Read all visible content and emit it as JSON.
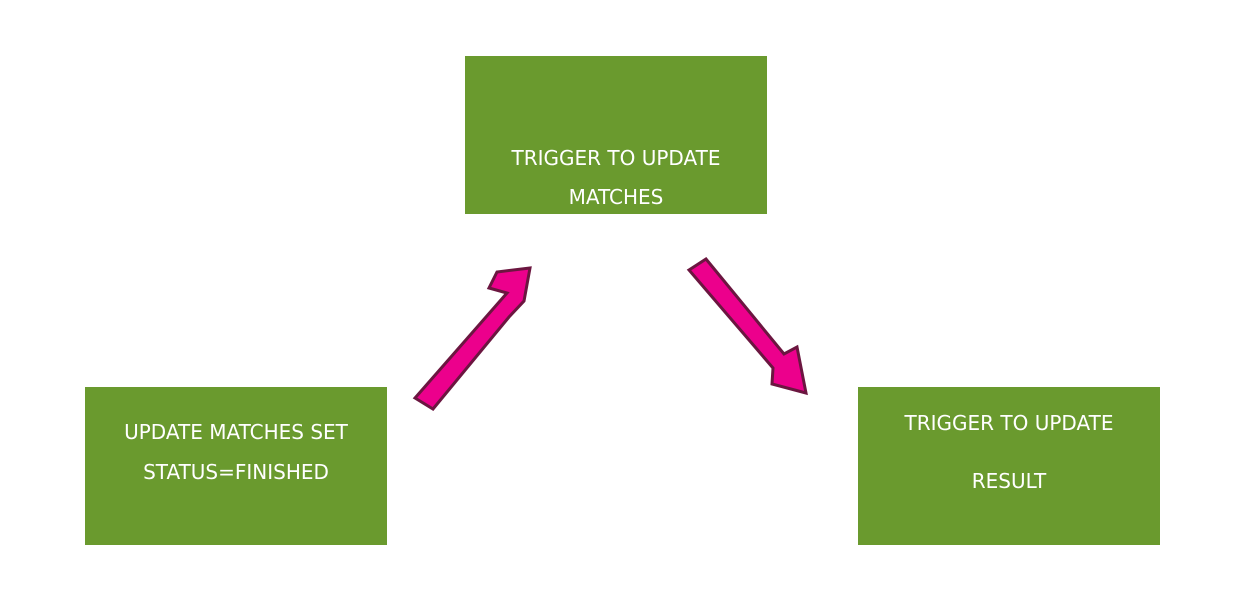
{
  "nodes": {
    "top": {
      "lines": [
        "TRIGGER TO UPDATE",
        "MATCHES"
      ]
    },
    "left": {
      "lines": [
        "UPDATE MATCHES SET",
        "STATUS=FINISHED"
      ]
    },
    "right": {
      "lines": [
        "TRIGGER TO UPDATE",
        "RESULT"
      ]
    }
  },
  "colors": {
    "box_fill": "#6a9a2e",
    "box_text": "#ffffff",
    "arrow_fill": "#ec008c",
    "arrow_stroke": "#6b1640"
  }
}
